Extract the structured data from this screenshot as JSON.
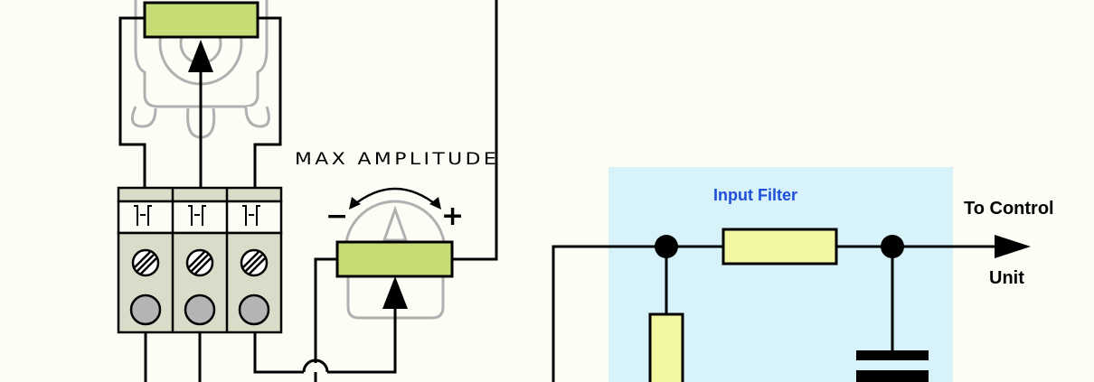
{
  "labels": {
    "max_amplitude": "MAX AMPLITUDE",
    "minus": "−",
    "plus": "+",
    "input_filter": "Input Filter",
    "to_control": "To Control",
    "unit": "Unit"
  },
  "colors": {
    "background": "#fdfdf5",
    "wire": "#000000",
    "resistor_fill": "#c6dc74",
    "filter_resistor_fill": "#f2f7a0",
    "filter_box": "#d7f2f9",
    "filter_title": "#1e4fd8",
    "terminal_block": "#d8dcc8",
    "screw_gray": "#b4b4b4",
    "pot_outline": "#b0b0b0"
  }
}
